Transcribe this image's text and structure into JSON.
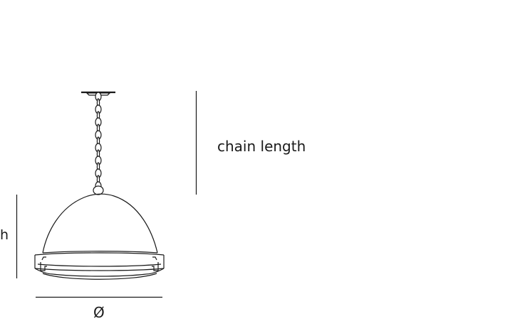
{
  "labels": {
    "chain_length": "chain length",
    "height": "h",
    "diameter": "Ø"
  },
  "colors": {
    "line": "#1a1a1a",
    "background": "#ffffff"
  }
}
